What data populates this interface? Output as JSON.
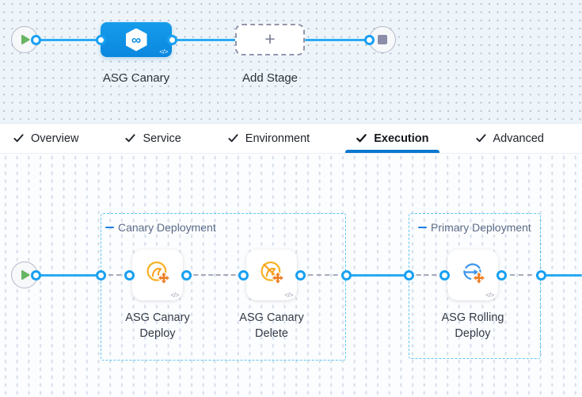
{
  "pipeline": {
    "stage_label": "ASG Canary",
    "add_stage_label": "Add Stage",
    "icons": {
      "plus": "+",
      "code": "</>",
      "infinity": "∞",
      "play": "play-triangle",
      "stop": "stop-square",
      "check": "checkmark",
      "group_collapse": "minus-dash"
    }
  },
  "tabs": [
    {
      "label": "Overview",
      "active": false
    },
    {
      "label": "Service",
      "active": false
    },
    {
      "label": "Environment",
      "active": false
    },
    {
      "label": "Execution",
      "active": true
    },
    {
      "label": "Advanced",
      "active": false
    }
  ],
  "execution": {
    "groups": [
      {
        "title": "Canary Deployment"
      },
      {
        "title": "Primary Deployment"
      }
    ],
    "steps": [
      {
        "label": "ASG Canary Deploy",
        "icon": "asg-canary-deploy-icon"
      },
      {
        "label": "ASG Canary Delete",
        "icon": "asg-canary-delete-icon"
      },
      {
        "label": "ASG Rolling Deploy",
        "icon": "asg-rolling-deploy-icon"
      }
    ]
  },
  "colors": {
    "canvas_top_bg": "#edf5fa",
    "canvas_bottom_bg": "#fcfdfe",
    "stage_blue": "#0d92e8",
    "connector_blue": "#2caaf4",
    "tab_underline": "#0b78d0",
    "group_border": "#5ec8f5",
    "canary_orange": "#f9b125",
    "move_arrows_orange": "#ee7d22",
    "rolling_blue": "#3d95ec",
    "play_green": "#68b563",
    "stop_grey": "#8b8ea8"
  }
}
